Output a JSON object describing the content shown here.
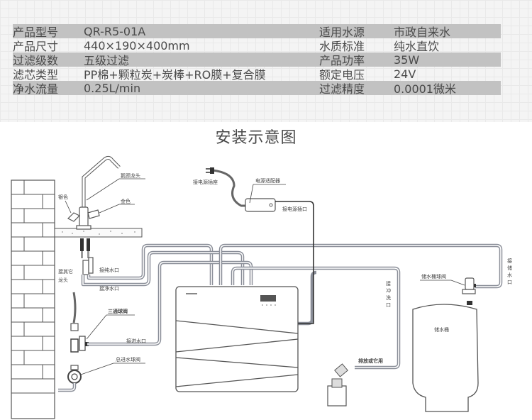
{
  "specs": {
    "left": [
      {
        "label": "产品型号",
        "value": "QR-R5-01A"
      },
      {
        "label": "产品尺寸",
        "value": "440×190×400mm"
      },
      {
        "label": "过滤级数",
        "value": "五级过滤"
      },
      {
        "label": "滤芯类型",
        "value": "PP棉+颗粒炭+炭棒+RO膜+复合膜"
      },
      {
        "label": "净水流量",
        "value": "0.25L/min"
      }
    ],
    "right": [
      {
        "label": "适用水源",
        "value": "市政自来水"
      },
      {
        "label": "水质标准",
        "value": "纯水直饮"
      },
      {
        "label": "产品功率",
        "value": "35W"
      },
      {
        "label": "额定电压",
        "value": "24V"
      },
      {
        "label": "过滤精度",
        "value": "0.0001微米"
      }
    ]
  },
  "diagram": {
    "title": "安装示意图",
    "labels": {
      "gooseneck_faucet": "鹅颈龙头",
      "left_handle": "银色",
      "right_handle": "金色",
      "other_faucet": "接其它龙头",
      "pure_water_port": "接纯水口",
      "clean_water_port": "接净水口",
      "three_way_valve": "三通球阀",
      "inlet_port": "接进水口",
      "main_inlet_valve": "总进水球阀",
      "power_plug": "接电源插座",
      "power_adapter": "电源适配器",
      "power_port": "接电源插口",
      "flush_port": "接冲洗口",
      "drain": "排放或它用",
      "tank_valve": "储水桶球阀",
      "storage_port": "接储水口",
      "storage_tank": "储水桶"
    }
  },
  "colors": {
    "pipe": "#8a8e98",
    "shade": "#c2c2c2",
    "text": "#4a4a4a"
  }
}
